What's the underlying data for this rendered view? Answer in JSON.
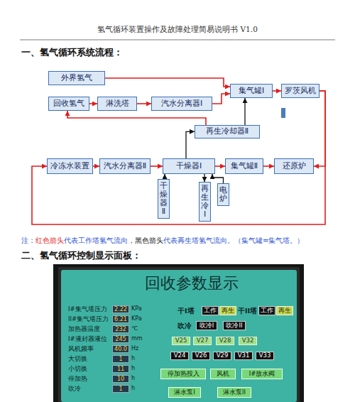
{
  "diagram": {
    "title": "氢气循环装置操作及故障处理简易说明书 V1.0",
    "nodes": [
      {
        "text": [
          "外界氢气"
        ]
      },
      {
        "text": [
          "回收氢气"
        ]
      },
      {
        "text": [
          "淋洗塔"
        ]
      },
      {
        "text": [
          "汽水分离器Ⅰ"
        ]
      },
      {
        "text": [
          "集气罐Ⅰ"
        ]
      },
      {
        "text": [
          "罗茨风机"
        ]
      },
      {
        "text": [
          "再生冷却器Ⅱ"
        ]
      },
      {
        "text": [
          "冷冻水装置"
        ]
      },
      {
        "text": [
          "汽水分离器Ⅱ"
        ]
      },
      {
        "text": [
          "干燥器Ⅰ"
        ]
      },
      {
        "text": [
          "集气罐Ⅱ"
        ]
      },
      {
        "text": [
          "还原炉"
        ]
      },
      {
        "text": [
          "干燥器Ⅱ"
        ]
      },
      {
        "text": [
          "再生冷Ⅰ"
        ]
      },
      {
        "text": [
          "电炉"
        ]
      },
      {
        "text": [
          "回收参数显示"
        ]
      },
      {
        "text": [
          "2.22"
        ],
        "in": 15
      },
      {
        "text": [
          "6.21"
        ],
        "in": 15
      },
      {
        "text": [
          "232"
        ],
        "in": 15
      },
      {
        "text": [
          "245"
        ],
        "in": 15
      },
      {
        "text": [
          "40.0"
        ],
        "in": 15
      },
      {
        "text": [
          "1"
        ],
        "in": 15
      },
      {
        "text": [
          "11"
        ],
        "in": 15
      },
      {
        "text": [
          "10"
        ],
        "in": 15
      },
      {
        "text": [
          "1"
        ],
        "in": 15
      },
      {
        "text": [
          "工作"
        ],
        "in": 15
      },
      {
        "text": [
          "再生"
        ],
        "in": 15
      },
      {
        "text": [
          "工作"
        ],
        "in": 15
      },
      {
        "text": [
          "再生"
        ],
        "in": 15
      },
      {
        "text": [
          "吹冷I"
        ],
        "in": 15
      },
      {
        "text": [
          "吹冷II"
        ],
        "in": 15
      },
      {
        "text": [
          "V25"
        ],
        "in": 15
      },
      {
        "text": [
          "V27"
        ],
        "in": 15
      },
      {
        "text": [
          "V28"
        ],
        "in": 15
      },
      {
        "text": [
          "V32"
        ],
        "in": 15
      },
      {
        "text": [
          "V24"
        ],
        "in": 15
      },
      {
        "text": [
          "V26"
        ],
        "in": 15
      },
      {
        "text": [
          "V29"
        ],
        "in": 15
      },
      {
        "text": [
          "V31"
        ],
        "in": 15
      },
      {
        "text": [
          "V33"
        ],
        "in": 15
      },
      {
        "text": [
          "停加热投入"
        ],
        "in": 15
      },
      {
        "text": [
          "风机"
        ],
        "in": 15
      },
      {
        "text": [
          "I#放水阀"
        ],
        "in": 15
      },
      {
        "text": [
          "淋水泵I"
        ],
        "in": 15
      },
      {
        "text": [
          "淋水泵II"
        ],
        "in": 15
      }
    ],
    "edges": [
      {
        "from": 0,
        "to": 4,
        "arrow": "to"
      },
      {
        "from": 1,
        "to": 2,
        "arrow": "to"
      },
      {
        "from": 2,
        "to": 3,
        "arrow": "to"
      },
      {
        "from": 3,
        "to": 4,
        "arrow": "to"
      },
      {
        "from": 4,
        "to": 5,
        "arrow": "to"
      },
      {
        "from": 5,
        "to": 11,
        "arrow": "to"
      },
      {
        "from": 5,
        "to": 7,
        "arrow": "to"
      },
      {
        "from": 7,
        "to": 8,
        "arrow": "to"
      },
      {
        "from": 8,
        "to": 9,
        "arrow": "to"
      },
      {
        "from": 9,
        "to": 10,
        "arrow": "to"
      },
      {
        "from": 10,
        "to": 11,
        "arrow": "to"
      },
      {
        "from": 9,
        "to": 6,
        "arrow": "to"
      },
      {
        "from": 6,
        "to": 4,
        "arrow": "to"
      },
      {
        "from": 6,
        "to": 1,
        "arrow": "to"
      },
      {
        "from": 12,
        "to": 9,
        "arrow": "to"
      },
      {
        "from": 9,
        "to": 13,
        "arrow": "to"
      },
      {
        "from": 14,
        "to": 9,
        "arrow": "to"
      }
    ],
    "labels": [
      "一、氢气循环系统流程：",
      "注：",
      "红色箭头",
      "代表工作塔氢气流向，",
      "黑色箭头",
      "代表再生塔氢气流向。（集气罐=集气塔。）",
      "二、氢气循环控制显示面板：",
      "I#集气塔压力",
      "KPa",
      "II#集气塔压力",
      "KPa",
      "加热器温度",
      "℃",
      "I#液封器液位",
      "mm",
      "风机频率",
      "Hz",
      "大切换",
      "h",
      "小切换",
      "h",
      "停加热",
      "h",
      "吹冷",
      "h",
      "干I塔",
      "干II塔",
      "吹冷"
    ]
  }
}
